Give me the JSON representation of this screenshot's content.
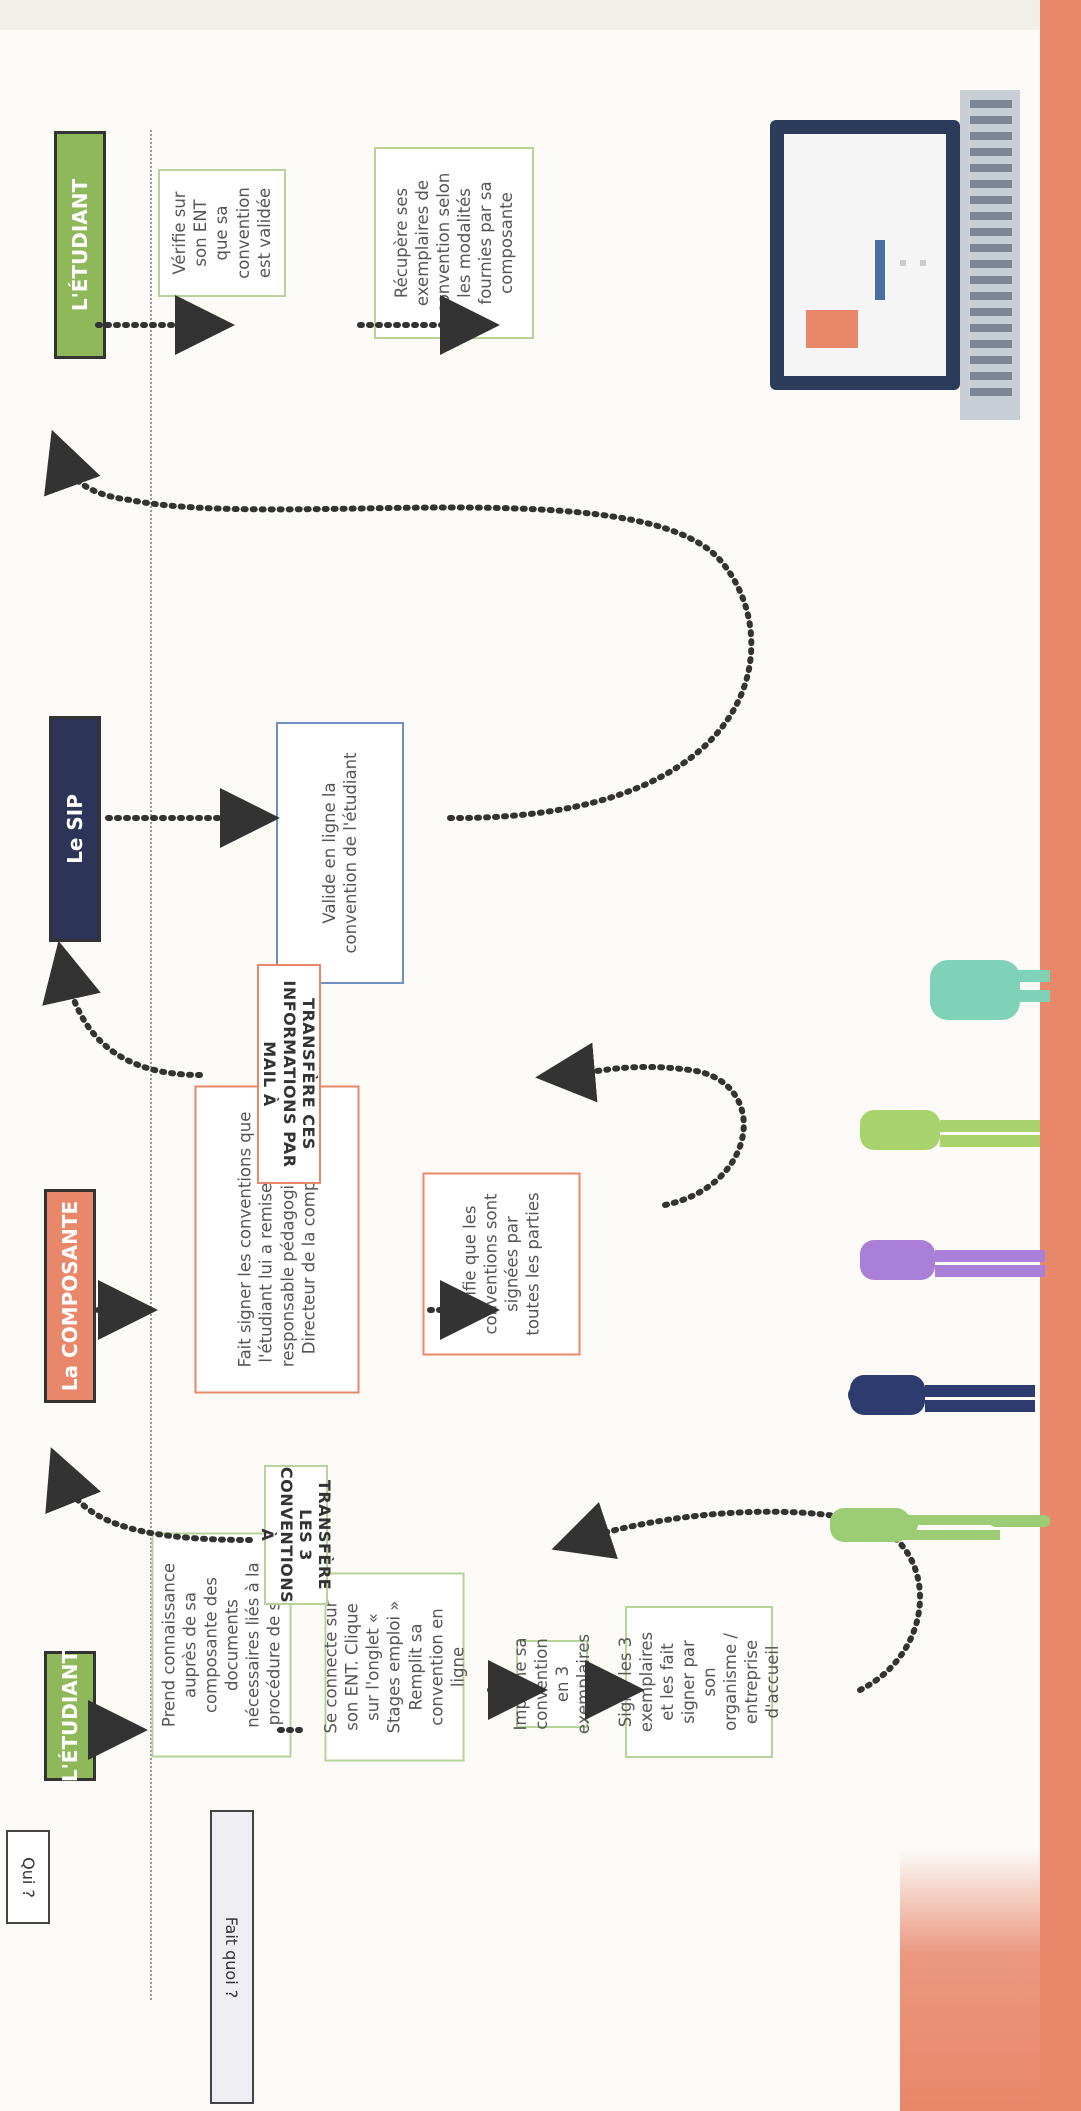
{
  "left_labels": {
    "qui": "Qui ?",
    "fait_quoi": "Fait quoi ?"
  },
  "actors": [
    {
      "label": "L'ÉTUDIANT",
      "color": "#8fb85a"
    },
    {
      "label": "La COMPOSANTE",
      "color": "#e8876a"
    },
    {
      "label": "Le SIP",
      "color": "#2c3557"
    },
    {
      "label": "L'ÉTUDIANT",
      "color": "#8fb85a"
    }
  ],
  "steps": {
    "etudiant_1": [
      "Prend connaissance auprès de sa composante des documents nécessaires liés à la procédure de stage",
      "Se connecte sur son ENT. Clique sur l'onglet « Stages emploi » Remplit sa convention en ligne",
      "Imprime sa convention en 3 exemplaires",
      "Signe les 3 exemplaires et les fait signer par son organisme / entreprise d'accueil"
    ],
    "composante": [
      "Fait signer les conventions que l'étudiant lui a remises, par le responsable pédagogique et le Directeur de la composante",
      "Vérifie que les conventions sont signées par toutes les parties"
    ],
    "sip": [
      "Valide en ligne la convention de l'étudiant"
    ],
    "etudiant_2": [
      "Vérifie sur son ENT que sa convention est validée",
      "Récupère ses exemplaires de convention selon les modalités fournies par sa composante"
    ]
  },
  "transfers": [
    "TRANSFÈRE LES 3 CONVENTIONS À",
    "TRANSFÈRE CES INFORMATIONS PAR MAIL À"
  ],
  "colors": {
    "green": "#8fb85a",
    "orange": "#e8876a",
    "navy": "#2c3557",
    "green_border": "#b6d39a",
    "blue_border": "#6f8fbf"
  },
  "icons": [
    "laptop-icon",
    "people-silhouettes-illustration"
  ]
}
